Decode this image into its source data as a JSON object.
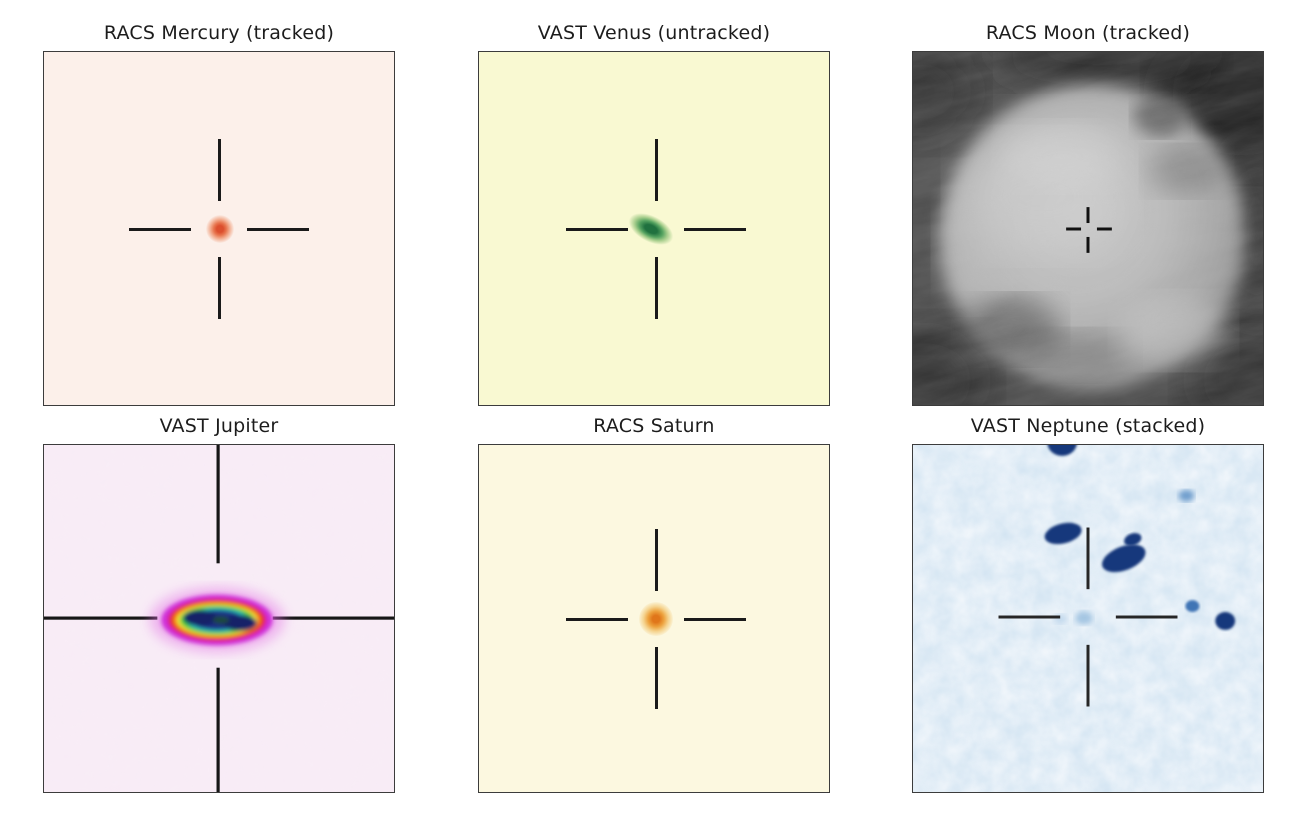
{
  "figure": {
    "type": "image-grid",
    "rows": 2,
    "cols": 3,
    "background": "#ffffff",
    "title_color": "#1c1c1c",
    "panel_border_color": "#3c3c3c",
    "crosshair_color": "#1a1a1a"
  },
  "panels": [
    {
      "id": "mercury",
      "title": "RACS Mercury (tracked)",
      "background_color": "#fcf0ea",
      "source_color": "#dc4f2e",
      "marker": "large-crosshair",
      "source": "compact orange point at crosshair centre"
    },
    {
      "id": "venus",
      "title": "VAST Venus (untracked)",
      "background_color": "#f9f9d2",
      "source_color": "#20713f",
      "marker": "large-crosshair",
      "source": "tilted elongated green blob at crosshair centre"
    },
    {
      "id": "moon",
      "title": "RACS Moon (tracked)",
      "background_color": "#2c2c2c",
      "source_color": "#b5b5b5",
      "marker": "small-crosshair",
      "source": "grayscale lunar disc filling the panel"
    },
    {
      "id": "jupiter",
      "title": "VAST Jupiter",
      "background_color": "#f8edf6",
      "source_color": "#152368",
      "marker": "full-span-crosshair",
      "source": "bright double-lobed source with rainbow contour rings"
    },
    {
      "id": "saturn",
      "title": "RACS Saturn",
      "background_color": "#fcf8e0",
      "source_color": "#e0761a",
      "marker": "large-crosshair",
      "source": "compact orange point at crosshair centre"
    },
    {
      "id": "neptune",
      "title": "VAST Neptune (stacked)",
      "background_color": "#f3f7fb",
      "source_color": "#16397c",
      "marker": "large-crosshair",
      "source": "faint point at crosshair centre among dark blue field sources"
    }
  ]
}
